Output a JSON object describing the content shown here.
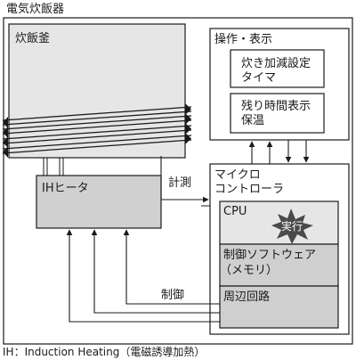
{
  "diagram": {
    "outer_title": "電気炊飯器",
    "rice_pot_label": "炊飯釜",
    "heater_label": "IHヒータ",
    "ops_panel": {
      "title": "操作・表示",
      "items": [
        "炊き加減設定",
        "タイマ",
        "残り時間表示",
        "保温"
      ]
    },
    "micro": {
      "title_line1": "マイクロ",
      "title_line2": "コントローラ",
      "cpu_label": "CPU",
      "exec_label": "実行",
      "software_line1": "制御ソフトウェア",
      "software_line2": "（メモリ）",
      "peripheral_label": "周辺回路"
    },
    "measure_label": "計測",
    "control_label": "制御",
    "footnote": "IH：Induction Heating（電磁誘導加熱）"
  },
  "colors": {
    "pot_fill": "#e6e6e6",
    "heater_fill": "#d0d0d0",
    "cpu_fill": "#e6e6e6",
    "software_fill": "#cfcfcf",
    "peripheral_fill": "#cfcfcf",
    "burst_fill": "#4a4a4a",
    "line": "#1a1a1a"
  }
}
